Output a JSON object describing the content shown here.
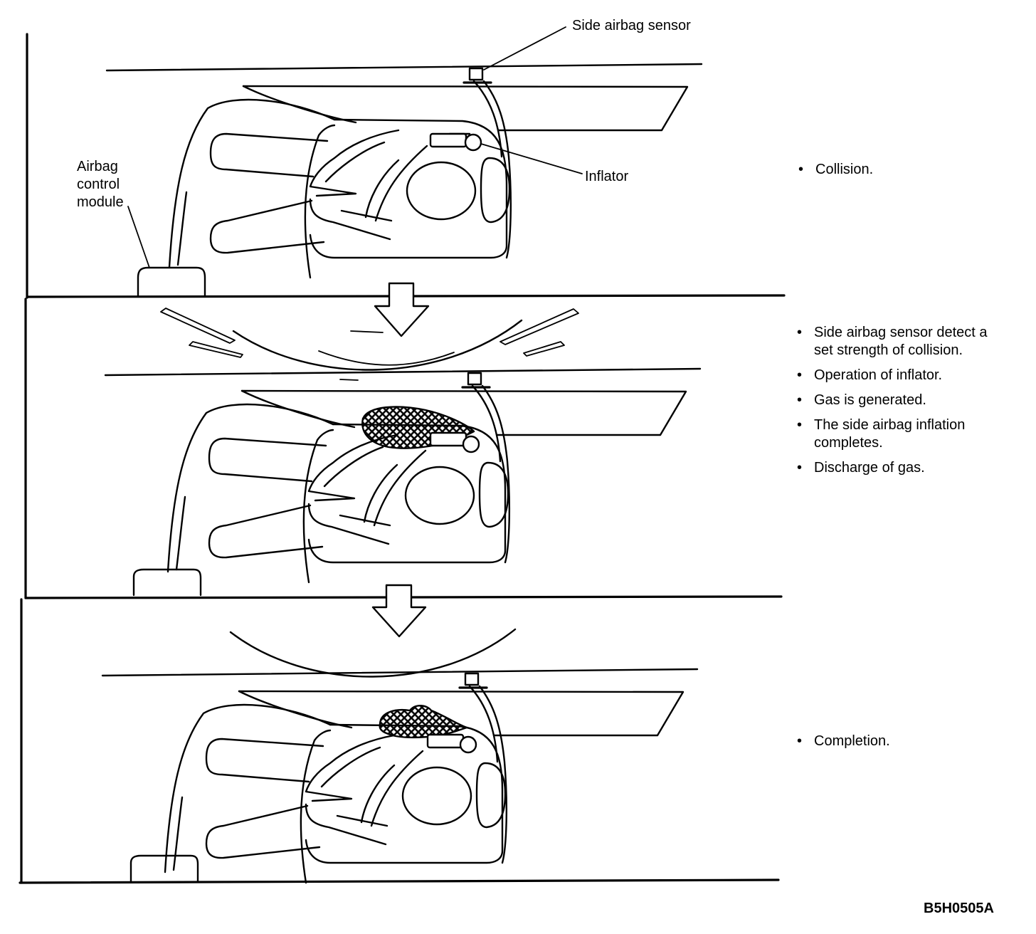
{
  "labels": {
    "side_airbag_sensor": "Side airbag sensor",
    "inflator": "Inflator",
    "airbag_control_module_lines": [
      "Airbag",
      "control",
      "module"
    ],
    "figure_code": "B5H0505A"
  },
  "steps": [
    {
      "bullets": [
        "Collision."
      ]
    },
    {
      "bullets": [
        "Side airbag sensor detect a set strength of collision.",
        "Operation of inflator.",
        "Gas is generated.",
        "The side airbag inflation completes.",
        "Discharge of gas."
      ]
    },
    {
      "bullets": [
        "Completion."
      ]
    }
  ]
}
